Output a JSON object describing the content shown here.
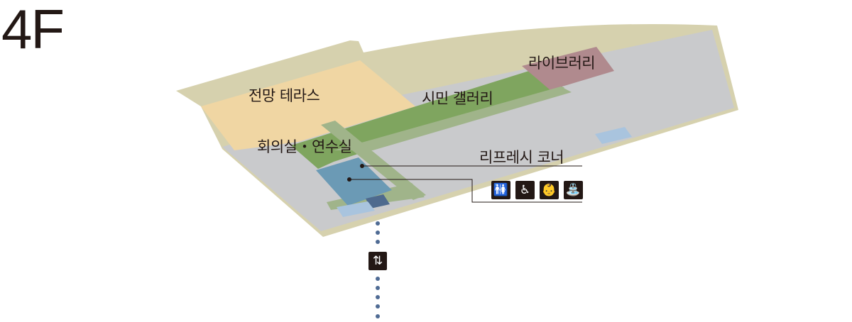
{
  "floor": {
    "title": "4F"
  },
  "areas": {
    "terrace": "전망 테라스",
    "gallery": "시민 갤러리",
    "library": "라이브러리",
    "conference": "회의실・연수실",
    "refresh": "리프레시 코너"
  },
  "facility_icons": [
    {
      "name": "restroom-icon",
      "glyph": "🚻"
    },
    {
      "name": "accessible-restroom-icon",
      "glyph": "♿"
    },
    {
      "name": "baby-changing-icon",
      "glyph": "👶"
    },
    {
      "name": "drinking-fountain-icon",
      "glyph": "⛲"
    }
  ],
  "elevator": {
    "glyph": "⇅"
  },
  "colors": {
    "base": "#d6d1ae",
    "floor": "#c9cacc",
    "terrace": "#f0d6a3",
    "gallery": "#7fa55f",
    "library": "#b08a8e",
    "corridor": "#a0b48a",
    "room_blue": "#6b9ab5",
    "dark_blue": "#4e6a8e",
    "light_blue": "#a9c4de",
    "dots": "#4f6b94"
  }
}
